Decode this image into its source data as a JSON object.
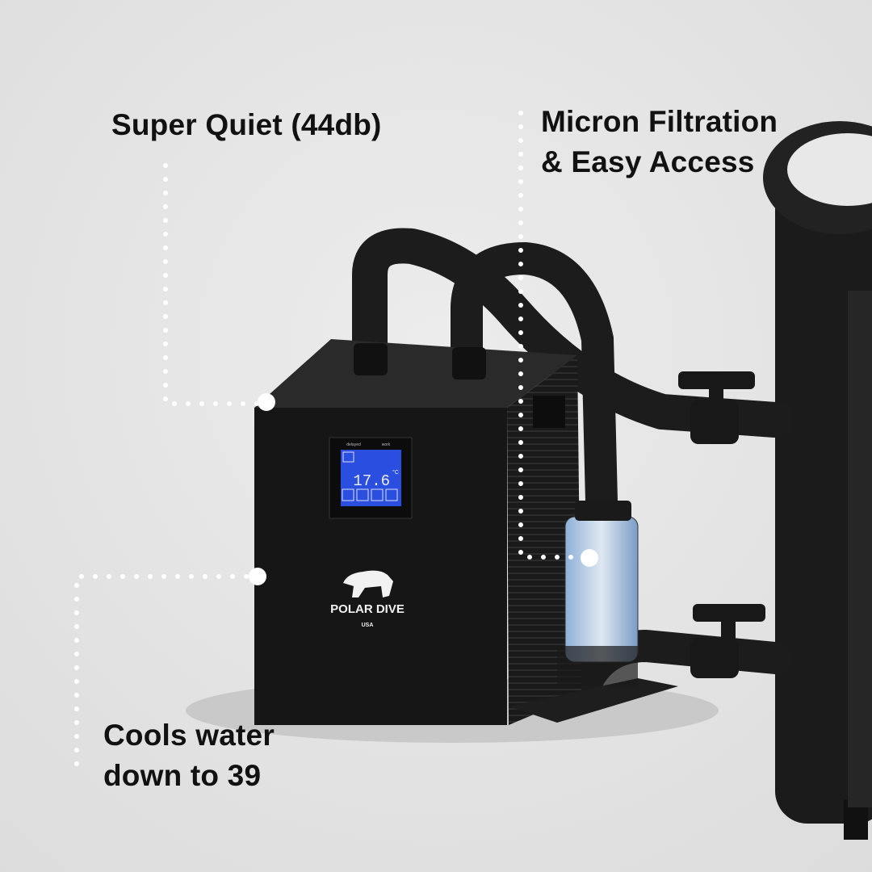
{
  "callouts": {
    "quiet": "Super Quiet (44db)",
    "filtration_line1": "Micron Filtration",
    "filtration_line2": "& Easy Access",
    "cooling_line1": "Cools water",
    "cooling_line2": "down to 39"
  },
  "product": {
    "brand": "POLAR DIVE",
    "brand_sub": "USA",
    "display": {
      "indicator_left": "delayed",
      "indicator_right": "work",
      "temperature": "17.6",
      "unit": "°C"
    }
  },
  "colors": {
    "background": "#e4e4e4",
    "unit_body": "#161616",
    "display_screen": "#2a4fe0",
    "callout_dots": "#ffffff"
  }
}
